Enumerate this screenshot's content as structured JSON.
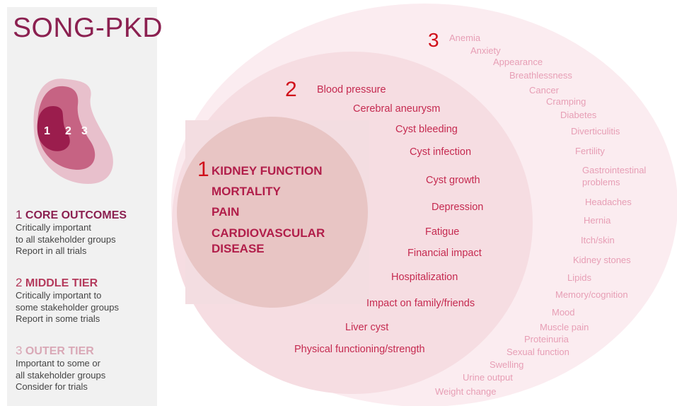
{
  "title": "SONG-PKD",
  "kidney_labels": [
    "1",
    "2",
    "3"
  ],
  "colors": {
    "tier1": "#8b2050",
    "tier2": "#b43a5c",
    "tier3": "#d9a8b6",
    "tier_number": "#d0101a"
  },
  "legend": [
    {
      "num": "1",
      "heading": "CORE OUTCOMES",
      "lines": [
        "Critically important",
        "to all stakeholder groups",
        "Report in all trials"
      ]
    },
    {
      "num": "2",
      "heading": "MIDDLE TIER",
      "lines": [
        "Critically important to",
        "some stakeholder groups",
        "Report in some trials"
      ]
    },
    {
      "num": "3",
      "heading": "OUTER TIER",
      "lines": [
        "Important to some or",
        "all stakeholder groups",
        "Consider for trials"
      ]
    }
  ],
  "tiers": {
    "tier1": {
      "num": "1",
      "outcomes": [
        "KIDNEY FUNCTION",
        "MORTALITY",
        "PAIN",
        "CARDIOVASCULAR",
        "DISEASE"
      ]
    },
    "tier2": {
      "num": "2",
      "outcomes": [
        "Blood pressure",
        "Cerebral aneurysm",
        "Cyst bleeding",
        "Cyst infection",
        "Cyst growth",
        "Depression",
        "Fatigue",
        "Financial impact",
        "Hospitalization",
        "Impact on family/friends",
        "Liver cyst",
        "Physical functioning/strength"
      ]
    },
    "tier3": {
      "num": "3",
      "outcomes": [
        "Anemia",
        "Anxiety",
        "Appearance",
        "Breathlessness",
        "Cancer",
        "Cramping",
        "Diabetes",
        "Diverticulitis",
        "Fertility",
        "Gastrointestinal",
        "problems",
        "Headaches",
        "Hernia",
        "Itch/skin",
        "Kidney stones",
        "Lipids",
        "Memory/cognition",
        "Mood",
        "Muscle pain",
        "Proteinuria",
        "Sexual function",
        "Swelling",
        "Urine output",
        "Weight change"
      ]
    }
  }
}
